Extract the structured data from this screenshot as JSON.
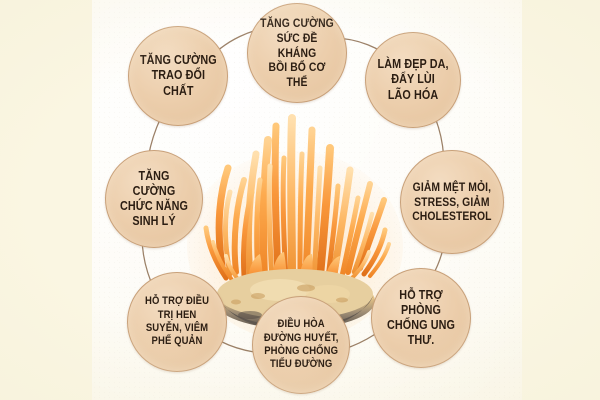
{
  "infographic": {
    "subject": "cordyceps-militaris-benefits-wheel",
    "center_image_alt": "Đông trùng hạ thảo",
    "background_color": "#faf6e2",
    "node_fill_color": "#ecceac",
    "node_border_color": "#c8a079",
    "text_color": "#2b1d12",
    "connector_color": "#8a6b4e",
    "mushroom_colors": {
      "frond_light": "#ffc978",
      "frond_mid": "#fb9а3c",
      "frond_deep": "#e8741c",
      "substrate_light": "#e9d9bb",
      "substrate_dark": "#6d625a"
    },
    "nodes": [
      {
        "id": "trao-doi-chat",
        "lines": [
          "TĂNG CƯỜNG",
          "TRAO ĐỔI",
          "CHẤT"
        ]
      },
      {
        "id": "suc-de-khang",
        "lines": [
          "TĂNG CƯỜNG",
          "SỨC ĐỀ KHÁNG",
          "BỒI BỔ CƠ THỂ"
        ]
      },
      {
        "id": "lam-dep-da",
        "lines": [
          "LÀM ĐẸP DA,",
          "ĐẨY LÙI",
          "LÃO HÓA"
        ]
      },
      {
        "id": "giam-met-moi",
        "lines": [
          "GIẢM MỆT MỎI,",
          "STRESS, GIẢM",
          "CHOLESTEROL"
        ]
      },
      {
        "id": "phong-chong-ung-thu",
        "lines": [
          "HỖ TRỢ PHÒNG",
          "CHỐNG UNG",
          "THƯ."
        ]
      },
      {
        "id": "dieu-hoa-duong-huyet",
        "lines": [
          "ĐIỀU HÒA",
          "ĐƯỜNG HUYẾT,",
          "PHÒNG CHỐNG",
          "TIỂU ĐƯỜNG"
        ]
      },
      {
        "id": "hen-suyen",
        "lines": [
          "HỖ TRỢ ĐIỀU",
          "TRỊ HEN",
          "SUYỄN, VIÊM",
          "PHẾ QUẢN"
        ]
      },
      {
        "id": "chuc-nang-sinh-ly",
        "lines": [
          "TĂNG CƯỜNG",
          "CHỨC NĂNG",
          "SINH LÝ"
        ]
      }
    ]
  }
}
